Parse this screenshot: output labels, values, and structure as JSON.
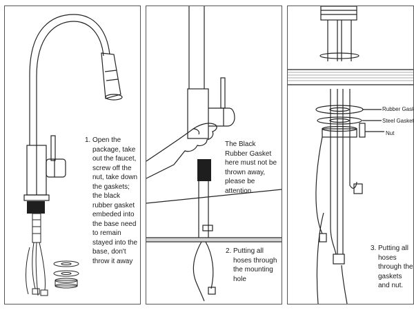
{
  "step1": {
    "number": "1.",
    "text": "Open the package, take out the faucet, screw off the nut, take down the gaskets; the black rubber gasket embeded into the base need to remain stayed into the base, don't throw it away"
  },
  "step2": {
    "note": "The Black Rubber Gasket here must not be thrown away, please be attention.",
    "number": "2.",
    "text": "Putting all hoses through the mounting hole"
  },
  "step3": {
    "number": "3.",
    "text": "Putting all hoses through the gaskets and nut.",
    "labels": {
      "rubber_gasket": "Rubber Gaske",
      "steel_gasket": "Steel Gasket",
      "nut": "Nut"
    }
  }
}
